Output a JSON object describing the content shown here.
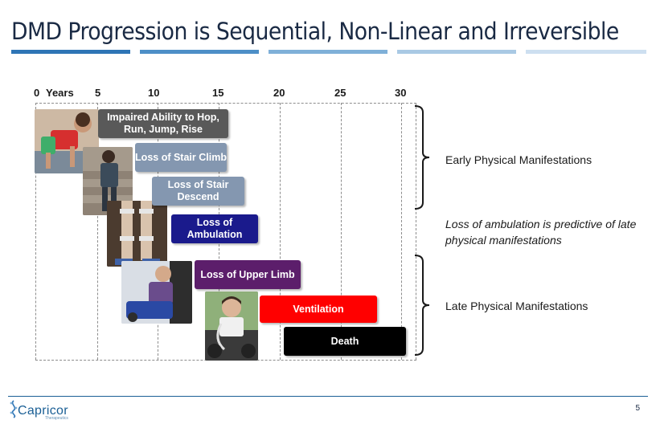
{
  "title": "DMD Progression is Sequential, Non-Linear and Irreversible",
  "accent_colors": [
    "#2e75b6",
    "#4d8fc7",
    "#7fb0d8",
    "#a9c9e4",
    "#cddff0"
  ],
  "axis": {
    "labels": [
      "0",
      "Years",
      "5",
      "10",
      "15",
      "20",
      "25",
      "30"
    ]
  },
  "milestones": [
    {
      "label": "Impaired Ability to Hop, Run, Jump, Rise",
      "color": "#595959"
    },
    {
      "label": "Loss of Stair Climb",
      "color": "#8497b0"
    },
    {
      "label": "Loss of Stair Descend",
      "color": "#8497b0"
    },
    {
      "label": "Loss of Ambulation",
      "color": "#1a1a8c"
    },
    {
      "label": "Loss of Upper Limb",
      "color": "#5c1e6b"
    },
    {
      "label": "Ventilation",
      "color": "#ff0000"
    },
    {
      "label": "Death",
      "color": "#000000"
    }
  ],
  "right": {
    "early": "Early Physical Manifestations",
    "note": "Loss of ambulation is predictive of late physical manifestations",
    "late": "Late Physical Manifestations"
  },
  "footer": {
    "logo": "Capricor",
    "logo_sub": "Therapeutics",
    "page_number": "5"
  },
  "icons": [
    "capricor-logo-icon",
    "bracket-icon"
  ]
}
